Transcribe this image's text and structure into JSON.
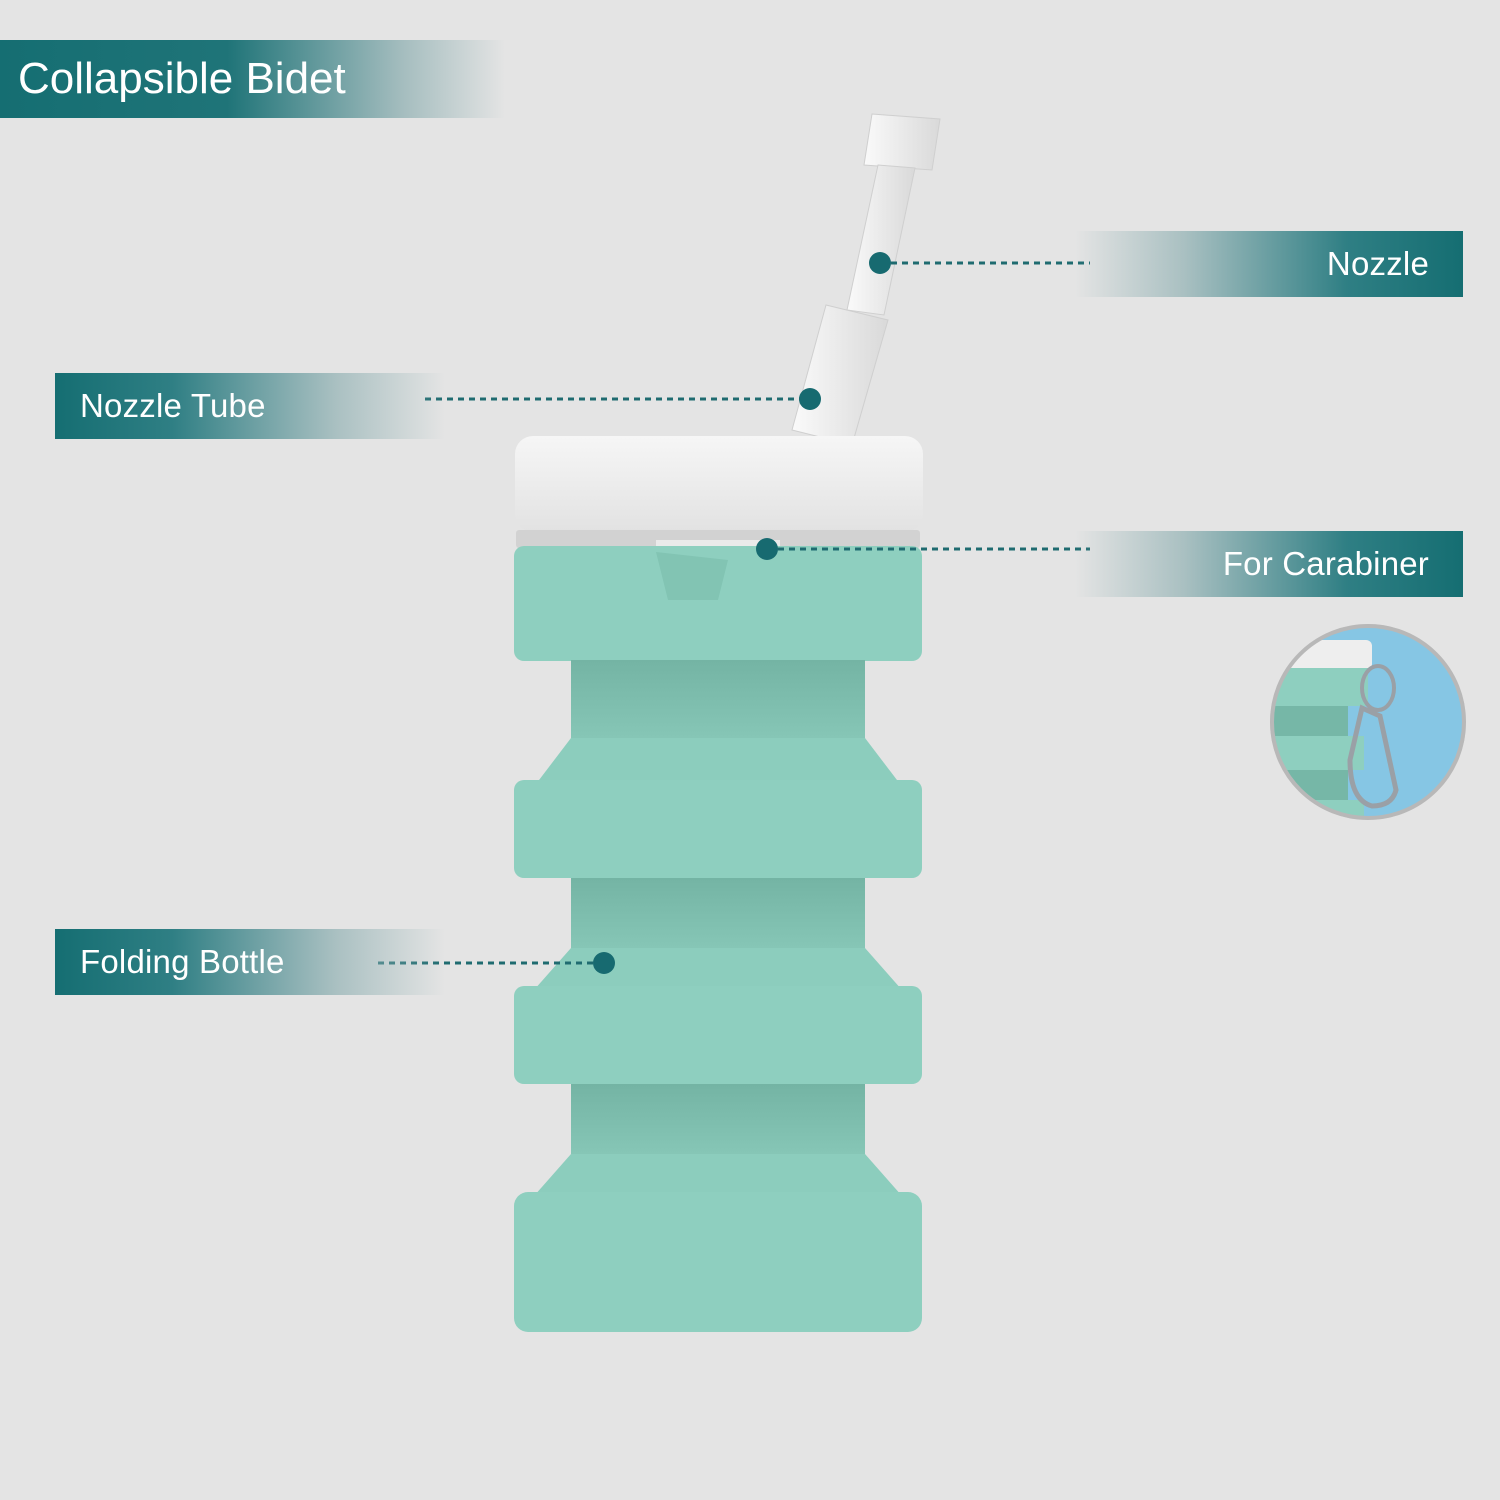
{
  "title": "Collapsible Bidet",
  "callouts": {
    "nozzle": "Nozzle",
    "nozzle_tube": "Nozzle Tube",
    "carabiner": "For Carabiner",
    "folding_bottle": "Folding Bottle"
  },
  "colors": {
    "background": "#e4e4e4",
    "accent": "#156e72",
    "bottle_teal": "#8ecfbf",
    "lid_white": "#f3f3f3",
    "inset_sky": "#86c6e4"
  }
}
